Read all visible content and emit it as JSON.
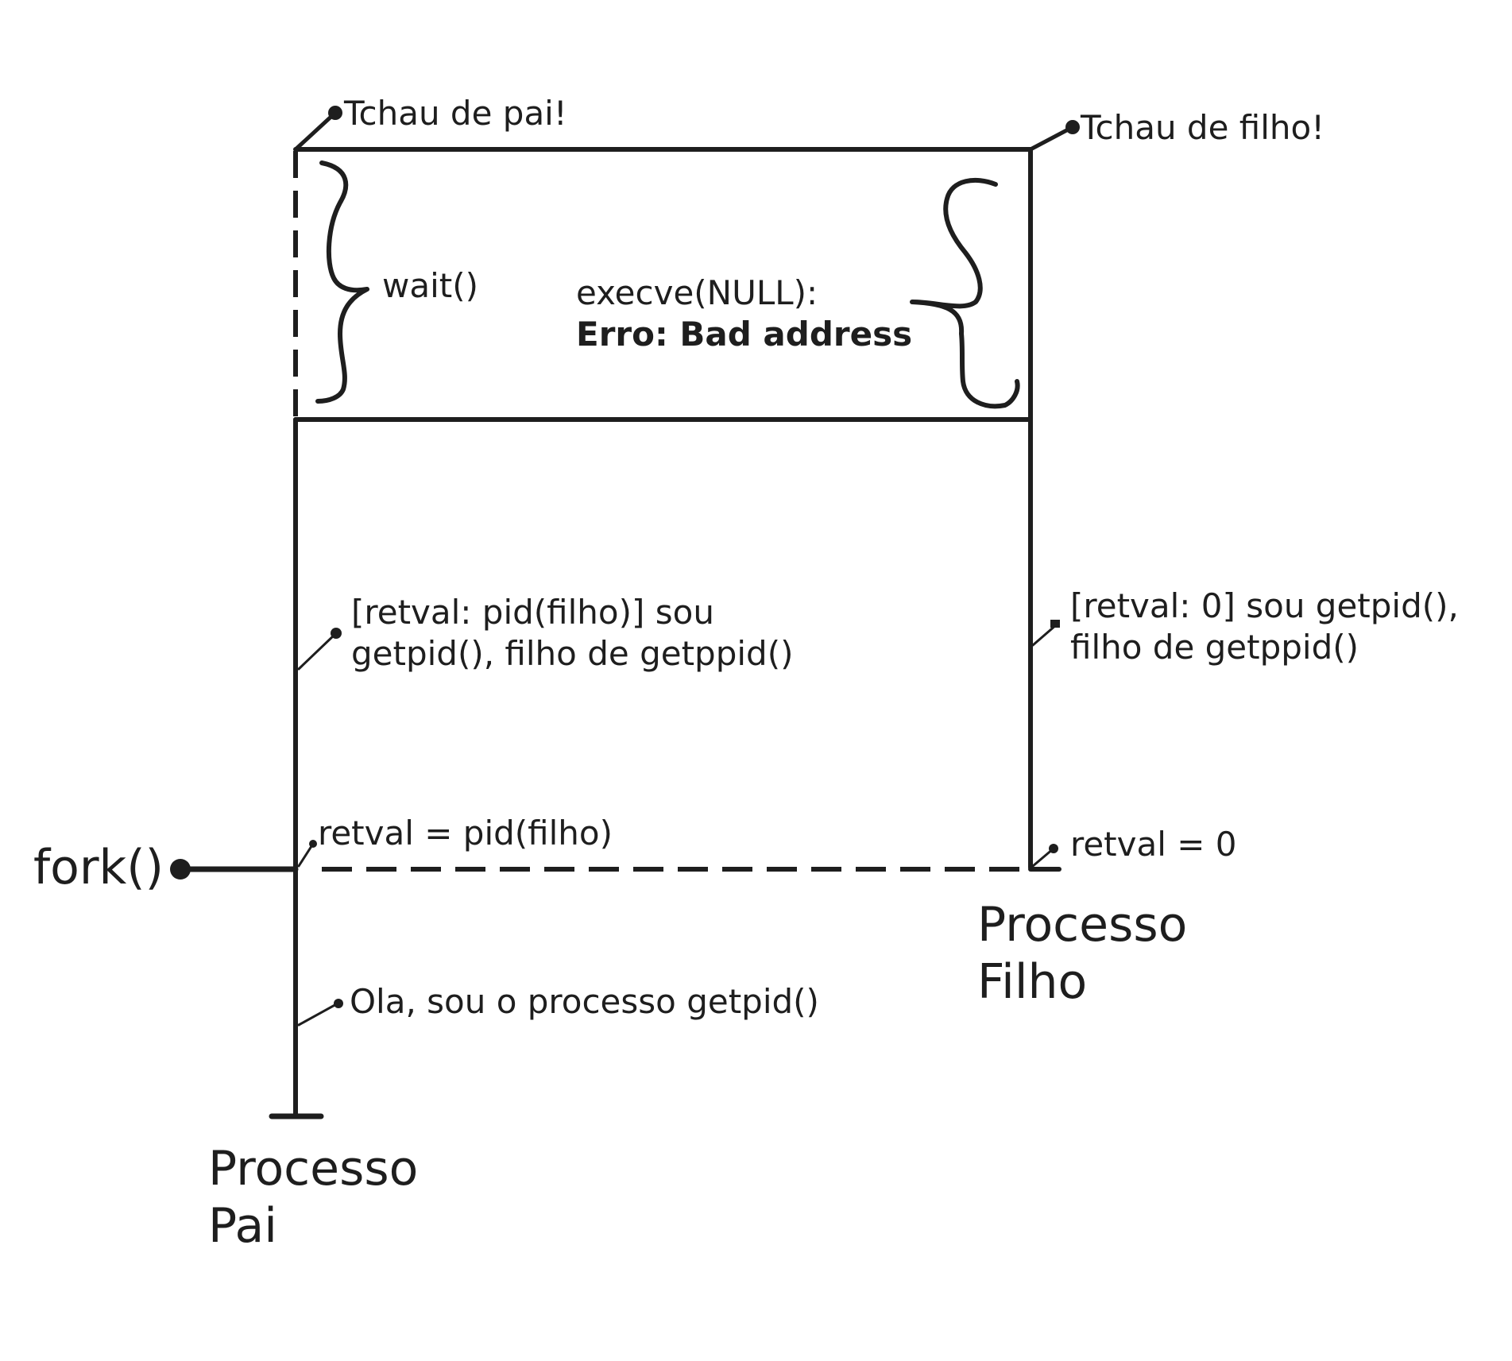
{
  "labels": {
    "tchau_pai": "Tchau de pai!",
    "tchau_filho": "Tchau de filho!",
    "wait": "wait()",
    "execve_line1": "execve(NULL):",
    "execve_line2": "Erro: Bad address",
    "pai_print_line1": "[retval: pid(filho)] sou",
    "pai_print_line2": "getpid(), filho de getppid()",
    "filho_print_line1": "[retval: 0] sou getpid(),",
    "filho_print_line2": "filho de getppid()",
    "retval_pai": "retval = pid(filho)",
    "retval_filho": "retval = 0",
    "fork": "fork()",
    "ola": "Ola, sou o processo getpid()",
    "processo_filho_line1": "Processo",
    "processo_filho_line2": "Filho",
    "processo_pai_line1": "Processo",
    "processo_pai_line2": "Pai"
  },
  "colors": {
    "stroke": "#1e1e1e",
    "background": "#ffffff"
  }
}
